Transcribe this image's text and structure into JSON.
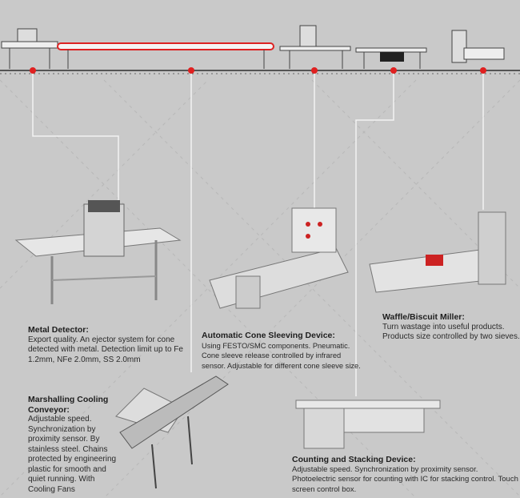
{
  "machines": [
    {
      "title": "Metal Detector:",
      "desc": "Export quality. An ejector system for cone detected with metal. Detection limit up to Fe 1.2mm, NFe 2.0mm, SS 2.0mm"
    },
    {
      "title": "Automatic Cone Sleeving Device:",
      "desc": "Using FESTO/SMC components. Pneumatic. Cone sleeve release controlled by infrared sensor. Adjustable for different cone sleeve size."
    },
    {
      "title": "Waffle/Biscuit Miller:",
      "desc": "Turn wastage into useful products. Products size controlled by two sieves."
    },
    {
      "title": "Marshalling Cooling Conveyor:",
      "desc": "Adjustable speed. Synchronization by proximity sensor. By stainless steel. Chains protected by engineering plastic for smooth and quiet running. With Cooling Fans"
    },
    {
      "title": "Counting and Stacking Device:",
      "desc": "Adjustable speed. Synchronization by proximity sensor. Photoelectric sensor for counting with IC for stacking control. Touch screen control box."
    }
  ],
  "colors": {
    "background": "#c9c9c9",
    "marker": "#e02020",
    "connector": "#f2f2f2"
  }
}
